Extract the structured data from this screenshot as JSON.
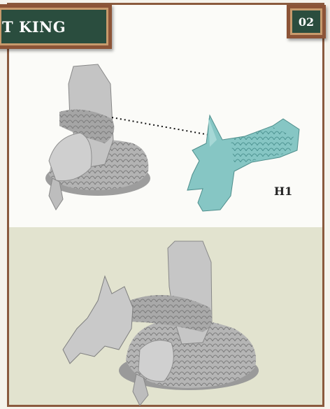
{
  "header": {
    "title": "T KING",
    "page_number": "02"
  },
  "labels": {
    "part": "H1"
  },
  "colors": {
    "frame": "#8a5a3e",
    "banner": "#2a4d3e",
    "highlight_part": "#86c6c4",
    "model_gray": "#a9a9a9",
    "bottom_background": "#e2e3cf"
  }
}
